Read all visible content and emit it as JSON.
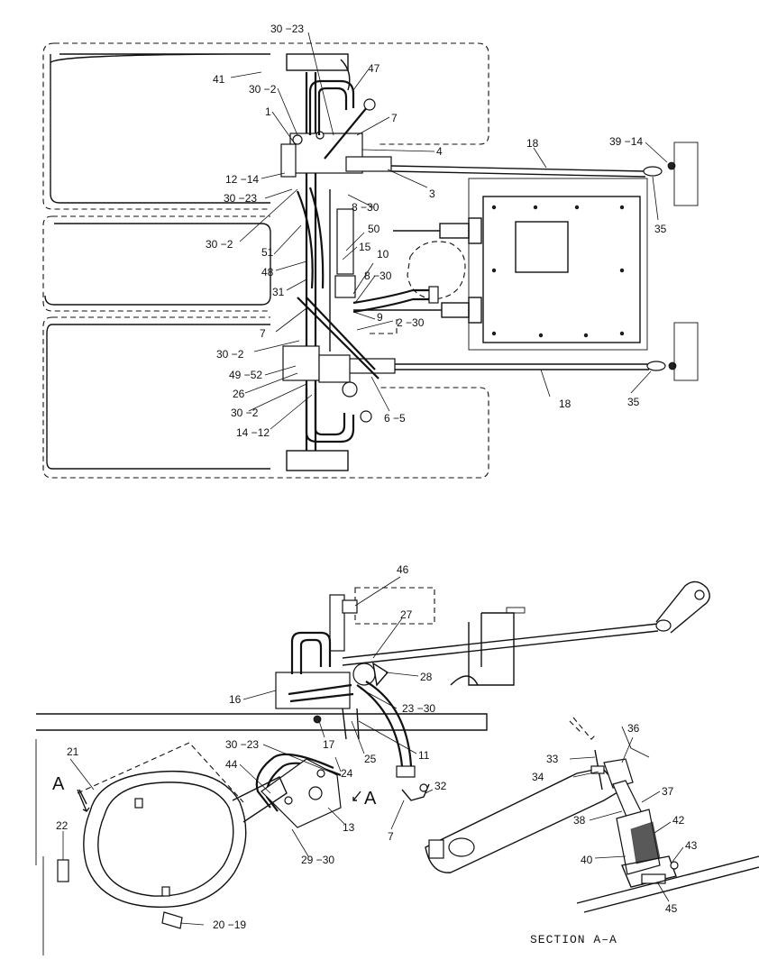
{
  "top_view_callouts": [
    {
      "text": "30 −23"
    },
    {
      "text": "41"
    },
    {
      "text": "30 −2"
    },
    {
      "text": "47"
    },
    {
      "text": "1"
    },
    {
      "text": "7"
    },
    {
      "text": "4"
    },
    {
      "text": "18"
    },
    {
      "text": "39 −14"
    },
    {
      "text": "12 −14"
    },
    {
      "text": "3"
    },
    {
      "text": "30 −23"
    },
    {
      "text": "8 −30"
    },
    {
      "text": "35"
    },
    {
      "text": "30 −2"
    },
    {
      "text": "50"
    },
    {
      "text": "51"
    },
    {
      "text": "15"
    },
    {
      "text": "48"
    },
    {
      "text": "10"
    },
    {
      "text": "8 −30"
    },
    {
      "text": "31"
    },
    {
      "text": "9"
    },
    {
      "text": "2 −30"
    },
    {
      "text": "7"
    },
    {
      "text": "30 −2"
    },
    {
      "text": "49 −52"
    },
    {
      "text": "26"
    },
    {
      "text": "30 −2"
    },
    {
      "text": "6 −5"
    },
    {
      "text": "18"
    },
    {
      "text": "35"
    },
    {
      "text": "14 −12"
    }
  ],
  "side_view_callouts": [
    {
      "text": "46"
    },
    {
      "text": "27"
    },
    {
      "text": "28"
    },
    {
      "text": "16"
    },
    {
      "text": "23 −30"
    },
    {
      "text": "17"
    },
    {
      "text": "11"
    },
    {
      "text": "25"
    },
    {
      "text": "30 −23"
    },
    {
      "text": "24"
    },
    {
      "text": "21"
    },
    {
      "text": "44"
    },
    {
      "text": "32"
    },
    {
      "text": "13"
    },
    {
      "text": "7"
    },
    {
      "text": "22"
    },
    {
      "text": "29 −30"
    },
    {
      "text": "20 −19"
    }
  ],
  "section_callouts": [
    {
      "text": "36"
    },
    {
      "text": "33"
    },
    {
      "text": "34"
    },
    {
      "text": "37"
    },
    {
      "text": "38"
    },
    {
      "text": "42"
    },
    {
      "text": "43"
    },
    {
      "text": "40"
    },
    {
      "text": "45"
    }
  ],
  "section_markers": {
    "left": "A",
    "right": "A"
  },
  "section_caption": "SECTION  A–A"
}
